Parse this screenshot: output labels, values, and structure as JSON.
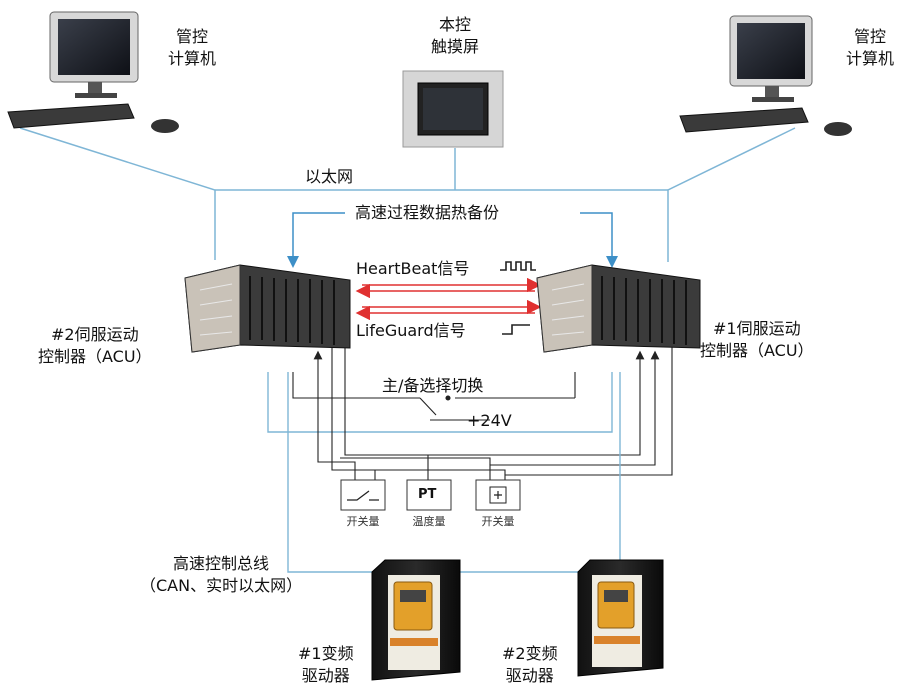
{
  "nodes": {
    "pc_left": {
      "label": "管控\n计算机"
    },
    "touchscreen": {
      "label": "本控\n触摸屏"
    },
    "pc_right": {
      "label": "管控\n计算机"
    },
    "acu2": {
      "label": "#2伺服运动\n控制器（ACU）"
    },
    "acu1": {
      "label": "#1伺服运动\n控制器（ACU）"
    },
    "vfd1": {
      "label": "#1变频\n驱动器"
    },
    "vfd2": {
      "label": "#2变频\n驱动器"
    },
    "io_switch1": {
      "label": "开关量"
    },
    "io_temp": {
      "label": "温度量",
      "symbol": "PT"
    },
    "io_switch2": {
      "label": "开关量"
    }
  },
  "labels": {
    "ethernet": "以太网",
    "hot_backup": "高速过程数据热备份",
    "heartbeat": "HeartBeat信号",
    "lifeguard": "LifeGuard信号",
    "switchover": "主/备选择切换",
    "power": "+24V",
    "control_bus": "高速控制总线\n（CAN、实时以太网）"
  },
  "colors": {
    "ethernet_line": "#7fb6d6",
    "signal_arrow": "#e03030",
    "backup_arrow": "#3d8fc7",
    "wire": "#222222"
  }
}
